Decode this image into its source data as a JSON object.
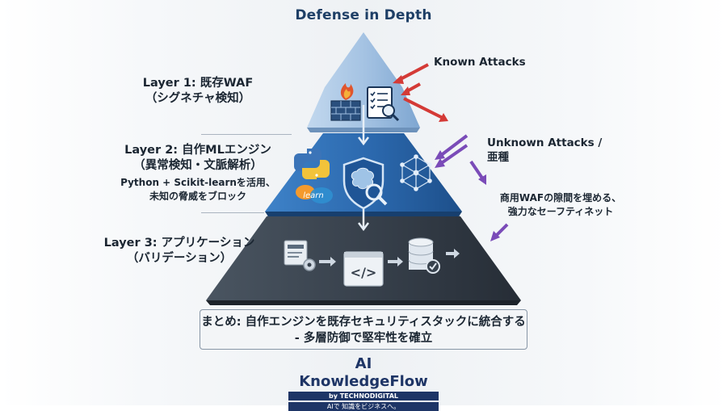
{
  "title": "Defense in Depth",
  "layers": {
    "l1_name": "Layer 1: 既存WAF",
    "l1_desc": "（シグネチャ検知）",
    "l2_name": "Layer 2: 自作MLエンジン",
    "l2_desc": "（異常検知・文脈解析）",
    "l2_note1": "Python + Scikit-learnを活用、",
    "l2_note2": "未知の脅威をブロック",
    "l3_name": "Layer 3: アプリケーション",
    "l3_desc": "（バリデーション）"
  },
  "attacks": {
    "known": "Known Attacks",
    "unknown1": "Unknown Attacks /",
    "unknown2": "亜種",
    "gap1": "商用WAFの隙間を埋める、",
    "gap2": "強力なセーフティネット"
  },
  "summary": {
    "line1": "まとめ: 自作エンジンを既存セキュリティスタックに統合する",
    "line2": "- 多層防御で堅牢性を確立"
  },
  "brand": {
    "name": "AI KnowledgeFlow",
    "by": "by TECHNODIGITAL",
    "tagline": "AIで 知識をビジネスへ。"
  },
  "icons": {
    "learn_logo": "learn"
  },
  "colors": {
    "layer1": "#a9c6e4",
    "layer2": "#2f6fb5",
    "layer3": "#37414d",
    "known_arrow": "#d43a36",
    "unknown_arrow": "#7a4bb8"
  }
}
